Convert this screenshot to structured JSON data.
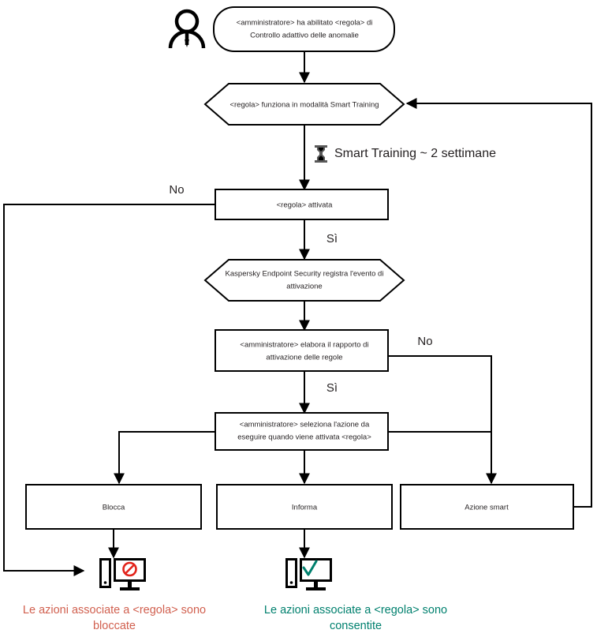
{
  "diagram": {
    "title": "Controllo adattivo delle anomalie - flusso regola",
    "colors": {
      "stroke": "#000000",
      "text": "#231f20",
      "blocked": "#d1604f",
      "allowed": "#00806e",
      "prohibit_icon": "#e2231a",
      "check_icon": "#00806e"
    },
    "nodes": {
      "actor": {
        "name": "amministratore-actor"
      },
      "start": {
        "label": "<amministratore> ha abilitato <regola> di Controllo adattivo delle anomalie"
      },
      "smart_training": {
        "label": "<regola> funziona in modalità Smart Training"
      },
      "rule_activated": {
        "label": "<regola> attivata"
      },
      "kes_event": {
        "label": "Kaspersky Endpoint Security registra l'evento di attivazione"
      },
      "admin_report": {
        "label": "<amministratore> elabora il rapporto di attivazione delle regole"
      },
      "admin_select": {
        "label": "<amministratore> seleziona l'azione da eseguire quando viene attivata <regola>"
      },
      "block": {
        "label": "Blocca"
      },
      "inform": {
        "label": "Informa"
      },
      "smart_action": {
        "label": "Azione smart"
      }
    },
    "annotations": {
      "smart_training_duration": "Smart Training ~ 2 settimane",
      "hourglass_icon": "hourglass-icon"
    },
    "edge_labels": {
      "no_left": "No",
      "si_activated": "Sì",
      "no_right": "No",
      "si_report": "Sì"
    },
    "captions": {
      "blocked_line1": "Le azioni associate a <regola> sono",
      "blocked_line2": "bloccate",
      "allowed_line1": "Le azioni associate a <regola> sono",
      "allowed_line2": "consentite"
    },
    "icons": {
      "pc_blocked": "computer-blocked-icon",
      "pc_allowed": "computer-allowed-icon"
    }
  }
}
